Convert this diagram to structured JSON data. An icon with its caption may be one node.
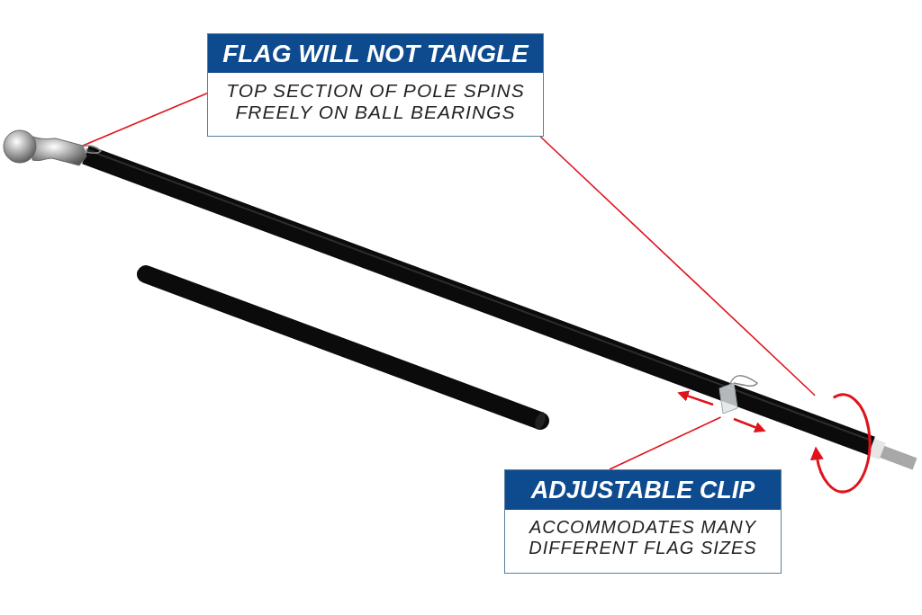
{
  "diagram": {
    "nodes": [
      {
        "text": [
          "FLAG WILL NOT TANGLE",
          "TOP SECTION OF POLE SPINS FREELY ON BALL BEARINGS"
        ]
      },
      {
        "text": [
          "ADJUSTABLE CLIP",
          "ACCOMMODATES MANY DIFFERENT FLAG SIZES"
        ]
      },
      {
        "text": [],
        "shape": "picture"
      },
      {
        "text": [],
        "shape": "picture"
      },
      {
        "text": [],
        "shape": "picture"
      }
    ],
    "edges": [
      {
        "from": 0,
        "to": 2,
        "arrow": "none",
        "color": "#e0121b"
      },
      {
        "from": 0,
        "to": 3,
        "arrow": "none",
        "color": "#e0121b"
      },
      {
        "from": 1,
        "to": 4,
        "arrow": "none",
        "color": "#e0121b"
      }
    ]
  }
}
